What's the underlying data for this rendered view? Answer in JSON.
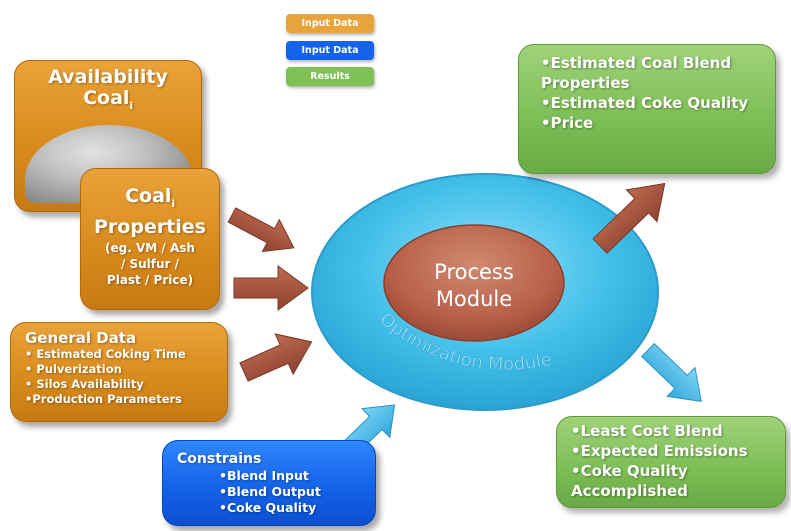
{
  "legend": [
    {
      "label": "Input Data",
      "color": "#e8a33a"
    },
    {
      "label": "Input Data",
      "color": "#1563e8"
    },
    {
      "label": "Results",
      "color": "#7fbf57"
    }
  ],
  "availability": {
    "title_line1": "Availability",
    "title_line2": "Coal",
    "subscript": "i"
  },
  "coal_properties": {
    "title_word": "Coal",
    "subscript": "i",
    "title_line2": "Properties",
    "detail": [
      "(eg. VM / Ash",
      "/ Sulfur /",
      "Plast / Price)"
    ]
  },
  "general_data": {
    "title": "General Data",
    "items": [
      "• Estimated Coking Time",
      "• Pulverization",
      "• Silos Availability",
      "•Production Parameters"
    ]
  },
  "results_top": {
    "items": [
      "•Estimated Coal Blend",
      "Properties",
      "•Estimated Coke Quality",
      "•Price"
    ]
  },
  "results_bottom": {
    "items": [
      "•Least Cost Blend",
      "•Expected Emissions",
      "•Coke Quality",
      "Accomplished"
    ]
  },
  "constrains": {
    "title": "Constrains",
    "items": [
      "•Blend Input",
      "•Blend Output",
      "•Coke Quality"
    ]
  },
  "process_module": {
    "line1": "Process",
    "line2": "Module"
  },
  "optimization_module": {
    "label": "Optimization Module"
  },
  "colors": {
    "input_orange": "#d98b1d",
    "input_blue": "#1563e8",
    "results_green": "#7fbf57",
    "ellipse_outer": "#4fc1ea",
    "process_brown": "#b8604a",
    "arrow_brown": "#9c4f3a",
    "arrow_blue": "#47b6e6"
  }
}
